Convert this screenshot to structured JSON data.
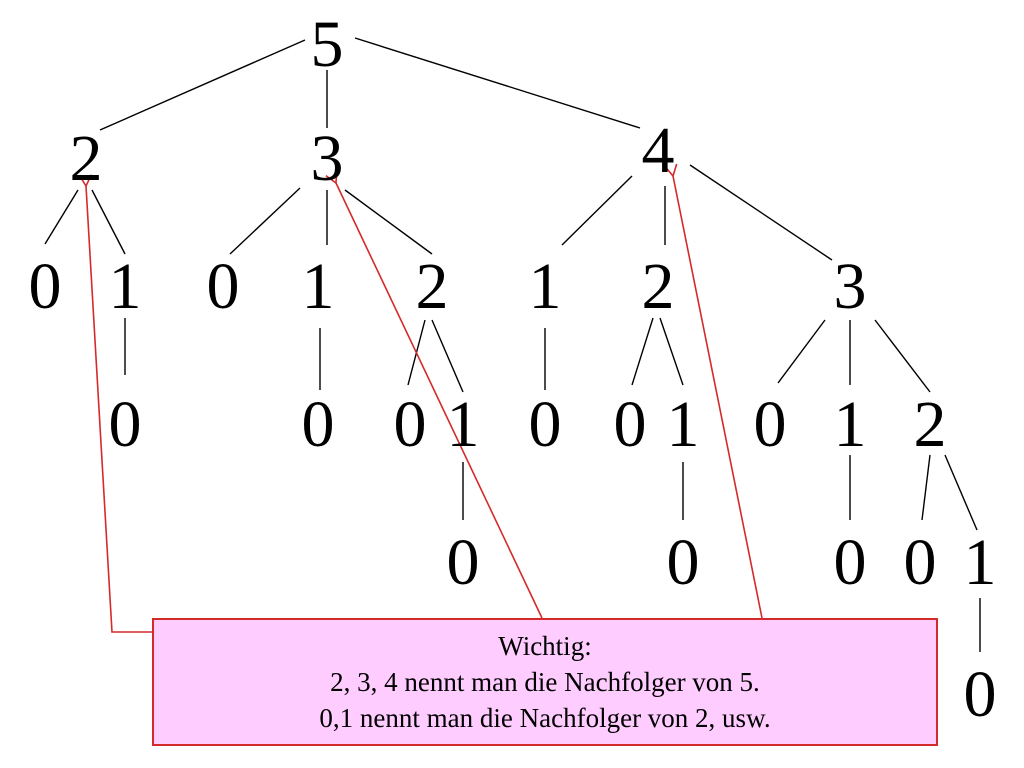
{
  "tree": {
    "nodes": [
      {
        "id": "n5",
        "label": "5"
      },
      {
        "id": "n5-2",
        "label": "2"
      },
      {
        "id": "n5-3",
        "label": "3"
      },
      {
        "id": "n5-4",
        "label": "4"
      },
      {
        "id": "n2-0",
        "label": "0"
      },
      {
        "id": "n2-1",
        "label": "1"
      },
      {
        "id": "n2-1-0",
        "label": "0"
      },
      {
        "id": "n3-0",
        "label": "0"
      },
      {
        "id": "n3-1",
        "label": "1"
      },
      {
        "id": "n3-1-0",
        "label": "0"
      },
      {
        "id": "n3-2",
        "label": "2"
      },
      {
        "id": "n3-2-0",
        "label": "0"
      },
      {
        "id": "n3-2-1",
        "label": "1"
      },
      {
        "id": "n3-2-1-0",
        "label": "0"
      },
      {
        "id": "n4-1",
        "label": "1"
      },
      {
        "id": "n4-1-0",
        "label": "0"
      },
      {
        "id": "n4-2",
        "label": "2"
      },
      {
        "id": "n4-2-0",
        "label": "0"
      },
      {
        "id": "n4-2-1",
        "label": "1"
      },
      {
        "id": "n4-2-1-0",
        "label": "0"
      },
      {
        "id": "n4-3",
        "label": "3"
      },
      {
        "id": "n4-3-0",
        "label": "0"
      },
      {
        "id": "n4-3-1",
        "label": "1"
      },
      {
        "id": "n4-3-1-0",
        "label": "0"
      },
      {
        "id": "n4-3-2",
        "label": "2"
      },
      {
        "id": "n4-3-2-0",
        "label": "0"
      },
      {
        "id": "n4-3-2-1",
        "label": "1"
      },
      {
        "id": "n4-3-2-1-0",
        "label": "0"
      }
    ]
  },
  "callout": {
    "line1": "Wichtig:",
    "line2": "2, 3, 4 nennt man die Nachfolger von 5.",
    "line3": "0,1 nennt man die Nachfolger von 2, usw.",
    "background_color": "#ffccff",
    "border_color": "#d42a2a"
  },
  "colors": {
    "tree_lines": "#000000",
    "callout_arrows": "#d42a2a"
  }
}
